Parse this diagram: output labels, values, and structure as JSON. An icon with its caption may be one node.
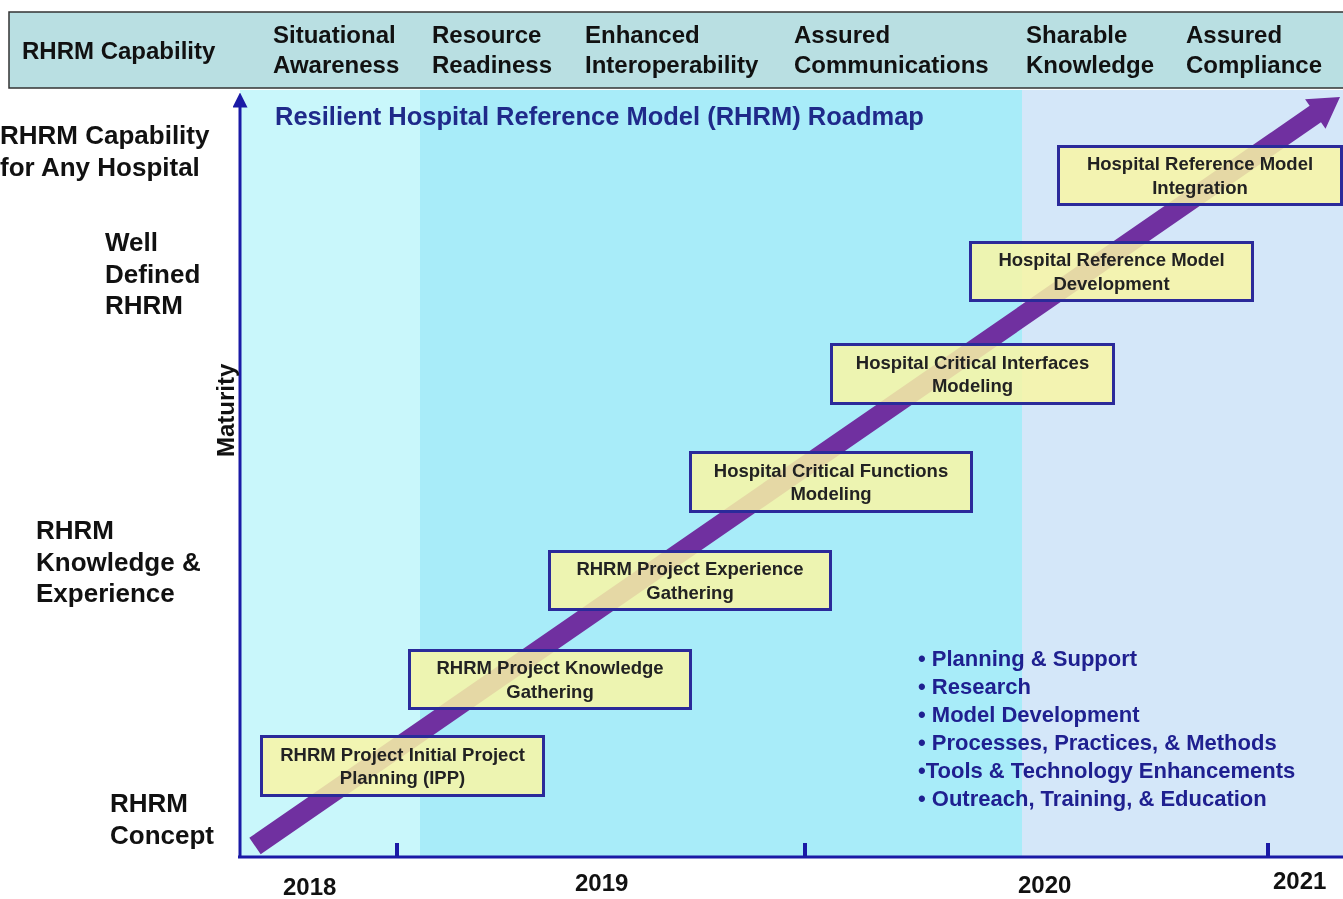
{
  "diagram": {
    "title": "Resilient Hospital Reference Model (RHRM) Roadmap",
    "nodes": [
      {
        "text": [
          "RHRM Project Initial Project Planning (IPP)"
        ]
      },
      {
        "text": [
          "RHRM Project Knowledge Gathering"
        ]
      },
      {
        "text": [
          "RHRM Project Experience Gathering"
        ]
      },
      {
        "text": [
          "Hospital Critical Functions Modeling"
        ]
      },
      {
        "text": [
          "Hospital Critical Interfaces Modeling"
        ]
      },
      {
        "text": [
          "Hospital Reference Model Development"
        ]
      },
      {
        "text": [
          "Hospital Reference Model Integration"
        ]
      }
    ],
    "labels": [
      "RHRM Capability",
      "Situational Awareness",
      "Resource Readiness",
      "Enhanced Interoperability",
      "Assured Communications",
      "Sharable Knowledge",
      "Assured Compliance",
      "RHRM Capability for Any Hospital",
      "Well Defined RHRM",
      "Maturity",
      "RHRM Knowledge & Experience",
      "• Planning & Support",
      "• Research",
      "• Model Development",
      "• Processes, Practices, & Methods",
      "•Tools & Technology Enhancements",
      "• Outreach, Training, & Education",
      "RHRM Concept",
      "2018",
      "2019",
      "2020",
      "2021"
    ]
  }
}
